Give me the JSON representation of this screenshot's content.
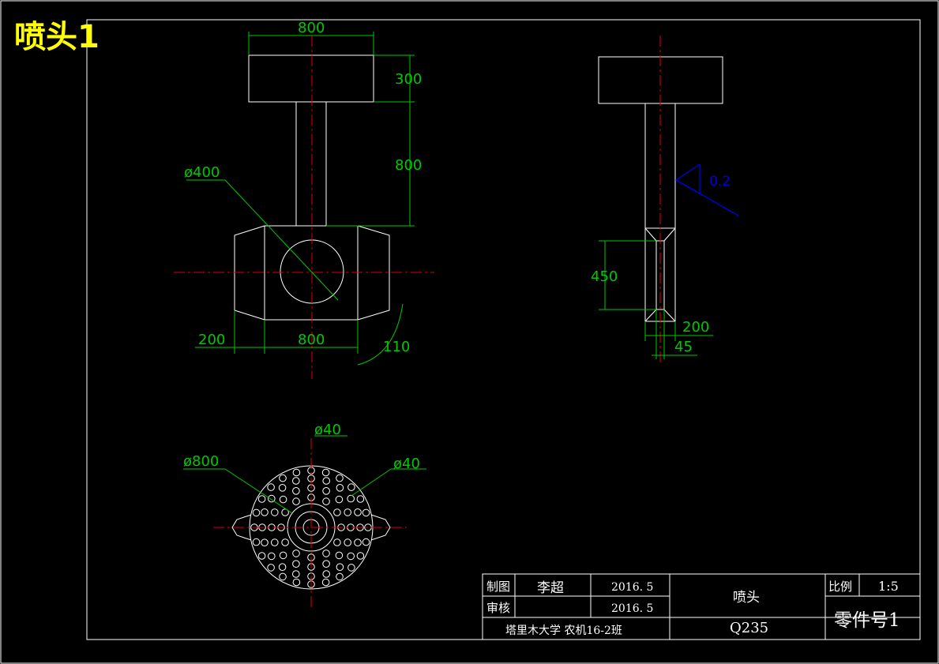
{
  "sheet_title": "喷头1",
  "front_view": {
    "dims": {
      "top_width": "800",
      "top_height": "300",
      "stem_height": "800",
      "hole_dia": "ø400",
      "side_width": "200",
      "body_width": "800",
      "angle": "110"
    }
  },
  "side_view": {
    "dims": {
      "slot_height": "450",
      "bottom_width": "200",
      "slot_width": "45",
      "roughness": "0.2"
    }
  },
  "bottom_view": {
    "dims": {
      "outer_dia": "ø800",
      "top_hole": "ø40",
      "right_hole": "ø40"
    }
  },
  "title_block": {
    "drawn_label": "制图",
    "drawn_name": "李超",
    "drawn_date": "2016. 5",
    "check_label": "审核",
    "check_date": "2016. 5",
    "org": "塔里木大学 农机16-2班",
    "part_name": "喷头",
    "material": "Q235",
    "scale_label": "比例",
    "scale_value": "1:5",
    "part_no": "零件号1"
  }
}
